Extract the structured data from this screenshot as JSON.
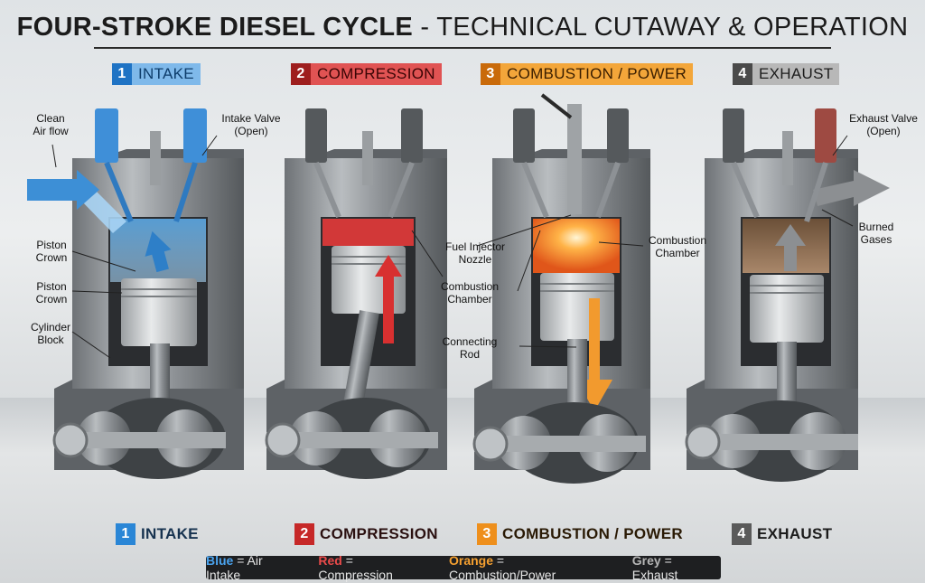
{
  "title": {
    "bold": "FOUR-STROKE DIESEL CYCLE",
    "rest": " - TECHNICAL CUTAWAY & OPERATION"
  },
  "stages": [
    {
      "num": "1",
      "label": "INTAKE",
      "color": "#1f73c4",
      "tint": "#8fc3ee"
    },
    {
      "num": "2",
      "label": "COMPRESSION",
      "color": "#c62828",
      "tint": "#e86a6a"
    },
    {
      "num": "3",
      "label": "COMBUSTION / POWER",
      "color": "#e8891a",
      "tint": "#f6b24a"
    },
    {
      "num": "4",
      "label": "EXHAUST",
      "color": "#5a5a5a",
      "tint": "#a9a9a9"
    }
  ],
  "bottom_labels": [
    {
      "num": "1",
      "label": "INTAKE"
    },
    {
      "num": "2",
      "label": "COMPRESSION"
    },
    {
      "num": "3",
      "label": "COMBUSTION / POWER"
    },
    {
      "num": "4",
      "label": "EXHAUST"
    }
  ],
  "annotations": {
    "clean_air": "Clean\nAir flow",
    "intake_valve": "Intake Valve\n(Open)",
    "piston_crown_1": "Piston\nCrown",
    "piston_crown_2": "Piston\nCrown",
    "cylinder_block": "Cylinder\nBlock",
    "fuel_injector": "Fuel Injector\nNozzle",
    "combustion_chamber_2": "Combustion\nChamber",
    "combustion_chamber_3": "Combustion\nChamber",
    "connecting_rod": "Connecting\nRod",
    "exhaust_valve": "Exhaust Valve\n(Open)",
    "burned_gases": "Burned\nGases"
  },
  "legend": [
    {
      "key": "Blue",
      "text": " = Air Intake",
      "color": "#4aa3ee"
    },
    {
      "key": "Red",
      "text": " = Compression",
      "color": "#e84a4a"
    },
    {
      "key": "Orange",
      "text": " = Combustion/Power",
      "color": "#f5a030"
    },
    {
      "key": "Grey",
      "text": " = Exhaust",
      "color": "#b5b5b5"
    }
  ]
}
